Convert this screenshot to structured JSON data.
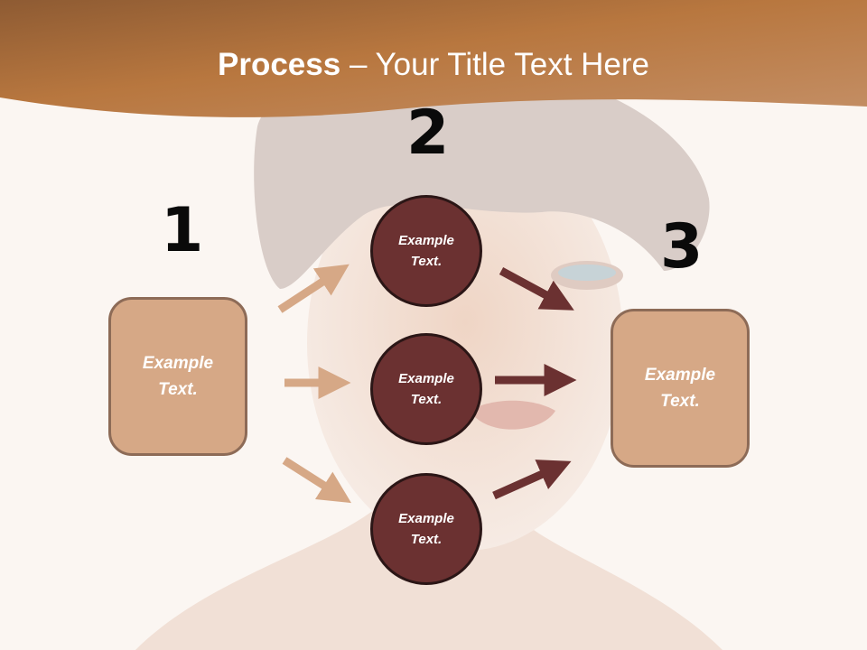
{
  "title": {
    "bold": "Process",
    "rest": " – Your Title Text Here"
  },
  "steps": {
    "one": "1",
    "two": "2",
    "three": "3"
  },
  "left_box": {
    "line1": "Example",
    "line2": "Text."
  },
  "circles": [
    {
      "line1": "Example",
      "line2": "Text."
    },
    {
      "line1": "Example",
      "line2": "Text."
    },
    {
      "line1": "Example",
      "line2": "Text."
    }
  ],
  "right_box": {
    "line1": "Example",
    "line2": "Text."
  },
  "colors": {
    "header": "#b87a48",
    "box_fill": "#d6a886",
    "circle_fill": "#6b3131",
    "arrow_light": "#d6a886",
    "arrow_dark": "#6b3131"
  }
}
